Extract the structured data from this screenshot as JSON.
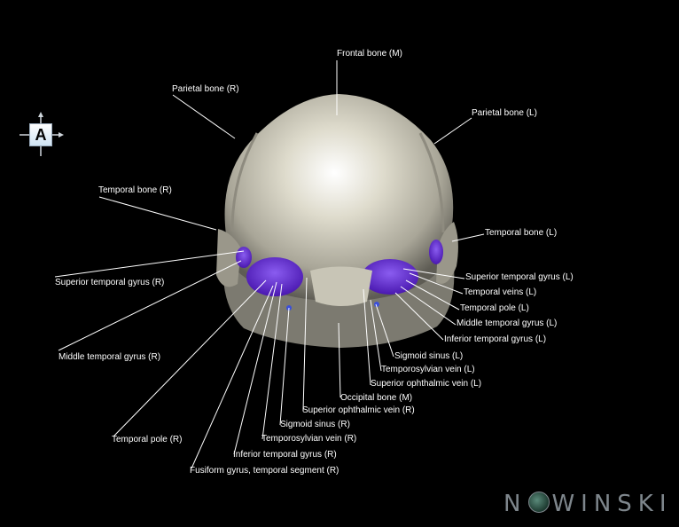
{
  "orientation_marker": {
    "letter": "A",
    "icon": "orientation-cube-icon"
  },
  "labels": [
    {
      "id": "frontal-bone-m",
      "text": "Frontal bone (M)"
    },
    {
      "id": "parietal-bone-r",
      "text": "Parietal bone (R)"
    },
    {
      "id": "parietal-bone-l",
      "text": "Parietal bone (L)"
    },
    {
      "id": "temporal-bone-r",
      "text": "Temporal bone (R)"
    },
    {
      "id": "temporal-bone-l",
      "text": "Temporal bone (L)"
    },
    {
      "id": "superior-temporal-gyrus-r",
      "text": "Superior temporal gyrus (R)"
    },
    {
      "id": "superior-temporal-gyrus-l",
      "text": "Superior temporal gyrus (L)"
    },
    {
      "id": "temporal-veins-l",
      "text": "Temporal veins (L)"
    },
    {
      "id": "temporal-pole-l",
      "text": "Temporal pole (L)"
    },
    {
      "id": "middle-temporal-gyrus-l",
      "text": "Middle temporal gyrus (L)"
    },
    {
      "id": "inferior-temporal-gyrus-l",
      "text": "Inferior temporal gyrus (L)"
    },
    {
      "id": "middle-temporal-gyrus-r",
      "text": "Middle temporal gyrus (R)"
    },
    {
      "id": "sigmoid-sinus-l",
      "text": "Sigmoid sinus (L)"
    },
    {
      "id": "temporosylvian-vein-l",
      "text": "Temporosylvian vein (L)"
    },
    {
      "id": "superior-ophthalmic-vein-l",
      "text": "Superior ophthalmic vein (L)"
    },
    {
      "id": "occipital-bone-m",
      "text": "Occipital bone (M)"
    },
    {
      "id": "superior-ophthalmic-vein-r",
      "text": "Superior ophthalmic vein (R)"
    },
    {
      "id": "sigmoid-sinus-r",
      "text": "Sigmoid sinus (R)"
    },
    {
      "id": "temporal-pole-r",
      "text": "Temporal pole (R)"
    },
    {
      "id": "temporosylvian-vein-r",
      "text": "Temporosylvian vein (R)"
    },
    {
      "id": "inferior-temporal-gyrus-r",
      "text": "Inferior temporal gyrus (R)"
    },
    {
      "id": "fusiform-gyrus-temporal-segment-r",
      "text": "Fusiform gyrus, temporal segment (R)"
    }
  ],
  "brand": {
    "text_before": "N",
    "text_after": "W",
    "text_end": "NSKI",
    "text_i": "I"
  },
  "colors": {
    "bone": "#d9d6c8",
    "gyrus": "#6b2fd6",
    "background": "#000000",
    "label": "#ffffff"
  }
}
